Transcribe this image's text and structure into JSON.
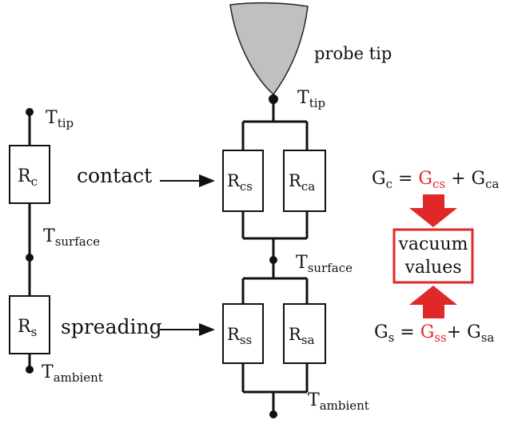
{
  "probe_label": "probe tip",
  "left": {
    "t_tip": {
      "base": "T",
      "sub": "tip"
    },
    "r_c": {
      "base": "R",
      "sub": "c"
    },
    "t_surface": {
      "base": "T",
      "sub": "surface"
    },
    "r_s": {
      "base": "R",
      "sub": "s"
    },
    "t_ambient": {
      "base": "T",
      "sub": "ambient"
    }
  },
  "middle": {
    "contact_label": "contact",
    "spreading_label": "spreading",
    "t_tip": {
      "base": "T",
      "sub": "tip"
    },
    "r_cs": {
      "base": "R",
      "sub": "cs"
    },
    "r_ca": {
      "base": "R",
      "sub": "ca"
    },
    "t_surface": {
      "base": "T",
      "sub": "surface"
    },
    "r_ss": {
      "base": "R",
      "sub": "ss"
    },
    "r_sa": {
      "base": "R",
      "sub": "sa"
    },
    "t_ambient": {
      "base": "T",
      "sub": "ambient"
    }
  },
  "right": {
    "eq_contact": {
      "lhs": {
        "base": "G",
        "sub": "c"
      },
      "eq": " = ",
      "term1": {
        "base": "G",
        "sub": "cs"
      },
      "plus": " + ",
      "term2": {
        "base": "G",
        "sub": "ca"
      }
    },
    "vacuum_line1": "vacuum",
    "vacuum_line2": "values",
    "eq_spreading": {
      "lhs": {
        "base": "G",
        "sub": "s"
      },
      "eq": " = ",
      "term1": {
        "base": "G",
        "sub": "ss"
      },
      "plus": "+ ",
      "term2": {
        "base": "G",
        "sub": "sa"
      }
    }
  },
  "colors": {
    "highlight": "#e02828",
    "probe_fill": "#c0c0c0",
    "ink": "#111111"
  }
}
